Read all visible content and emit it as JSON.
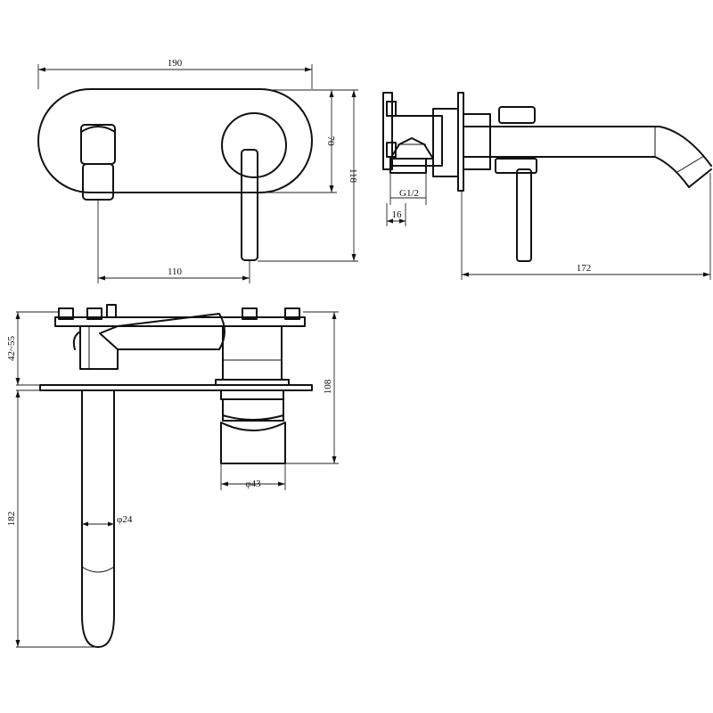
{
  "front_view": {
    "width_label": "190",
    "plate_height_label": "70",
    "total_height_label": "118",
    "centers_label": "110"
  },
  "side_view": {
    "thread_label": "G1/2",
    "thread_length_label": "16",
    "projection_label": "172"
  },
  "top_view": {
    "adjust_range_label": "42~55",
    "body_depth_label": "108",
    "body_dia_label": "φ43",
    "spout_length_label": "182",
    "spout_dia_label": "φ24"
  }
}
